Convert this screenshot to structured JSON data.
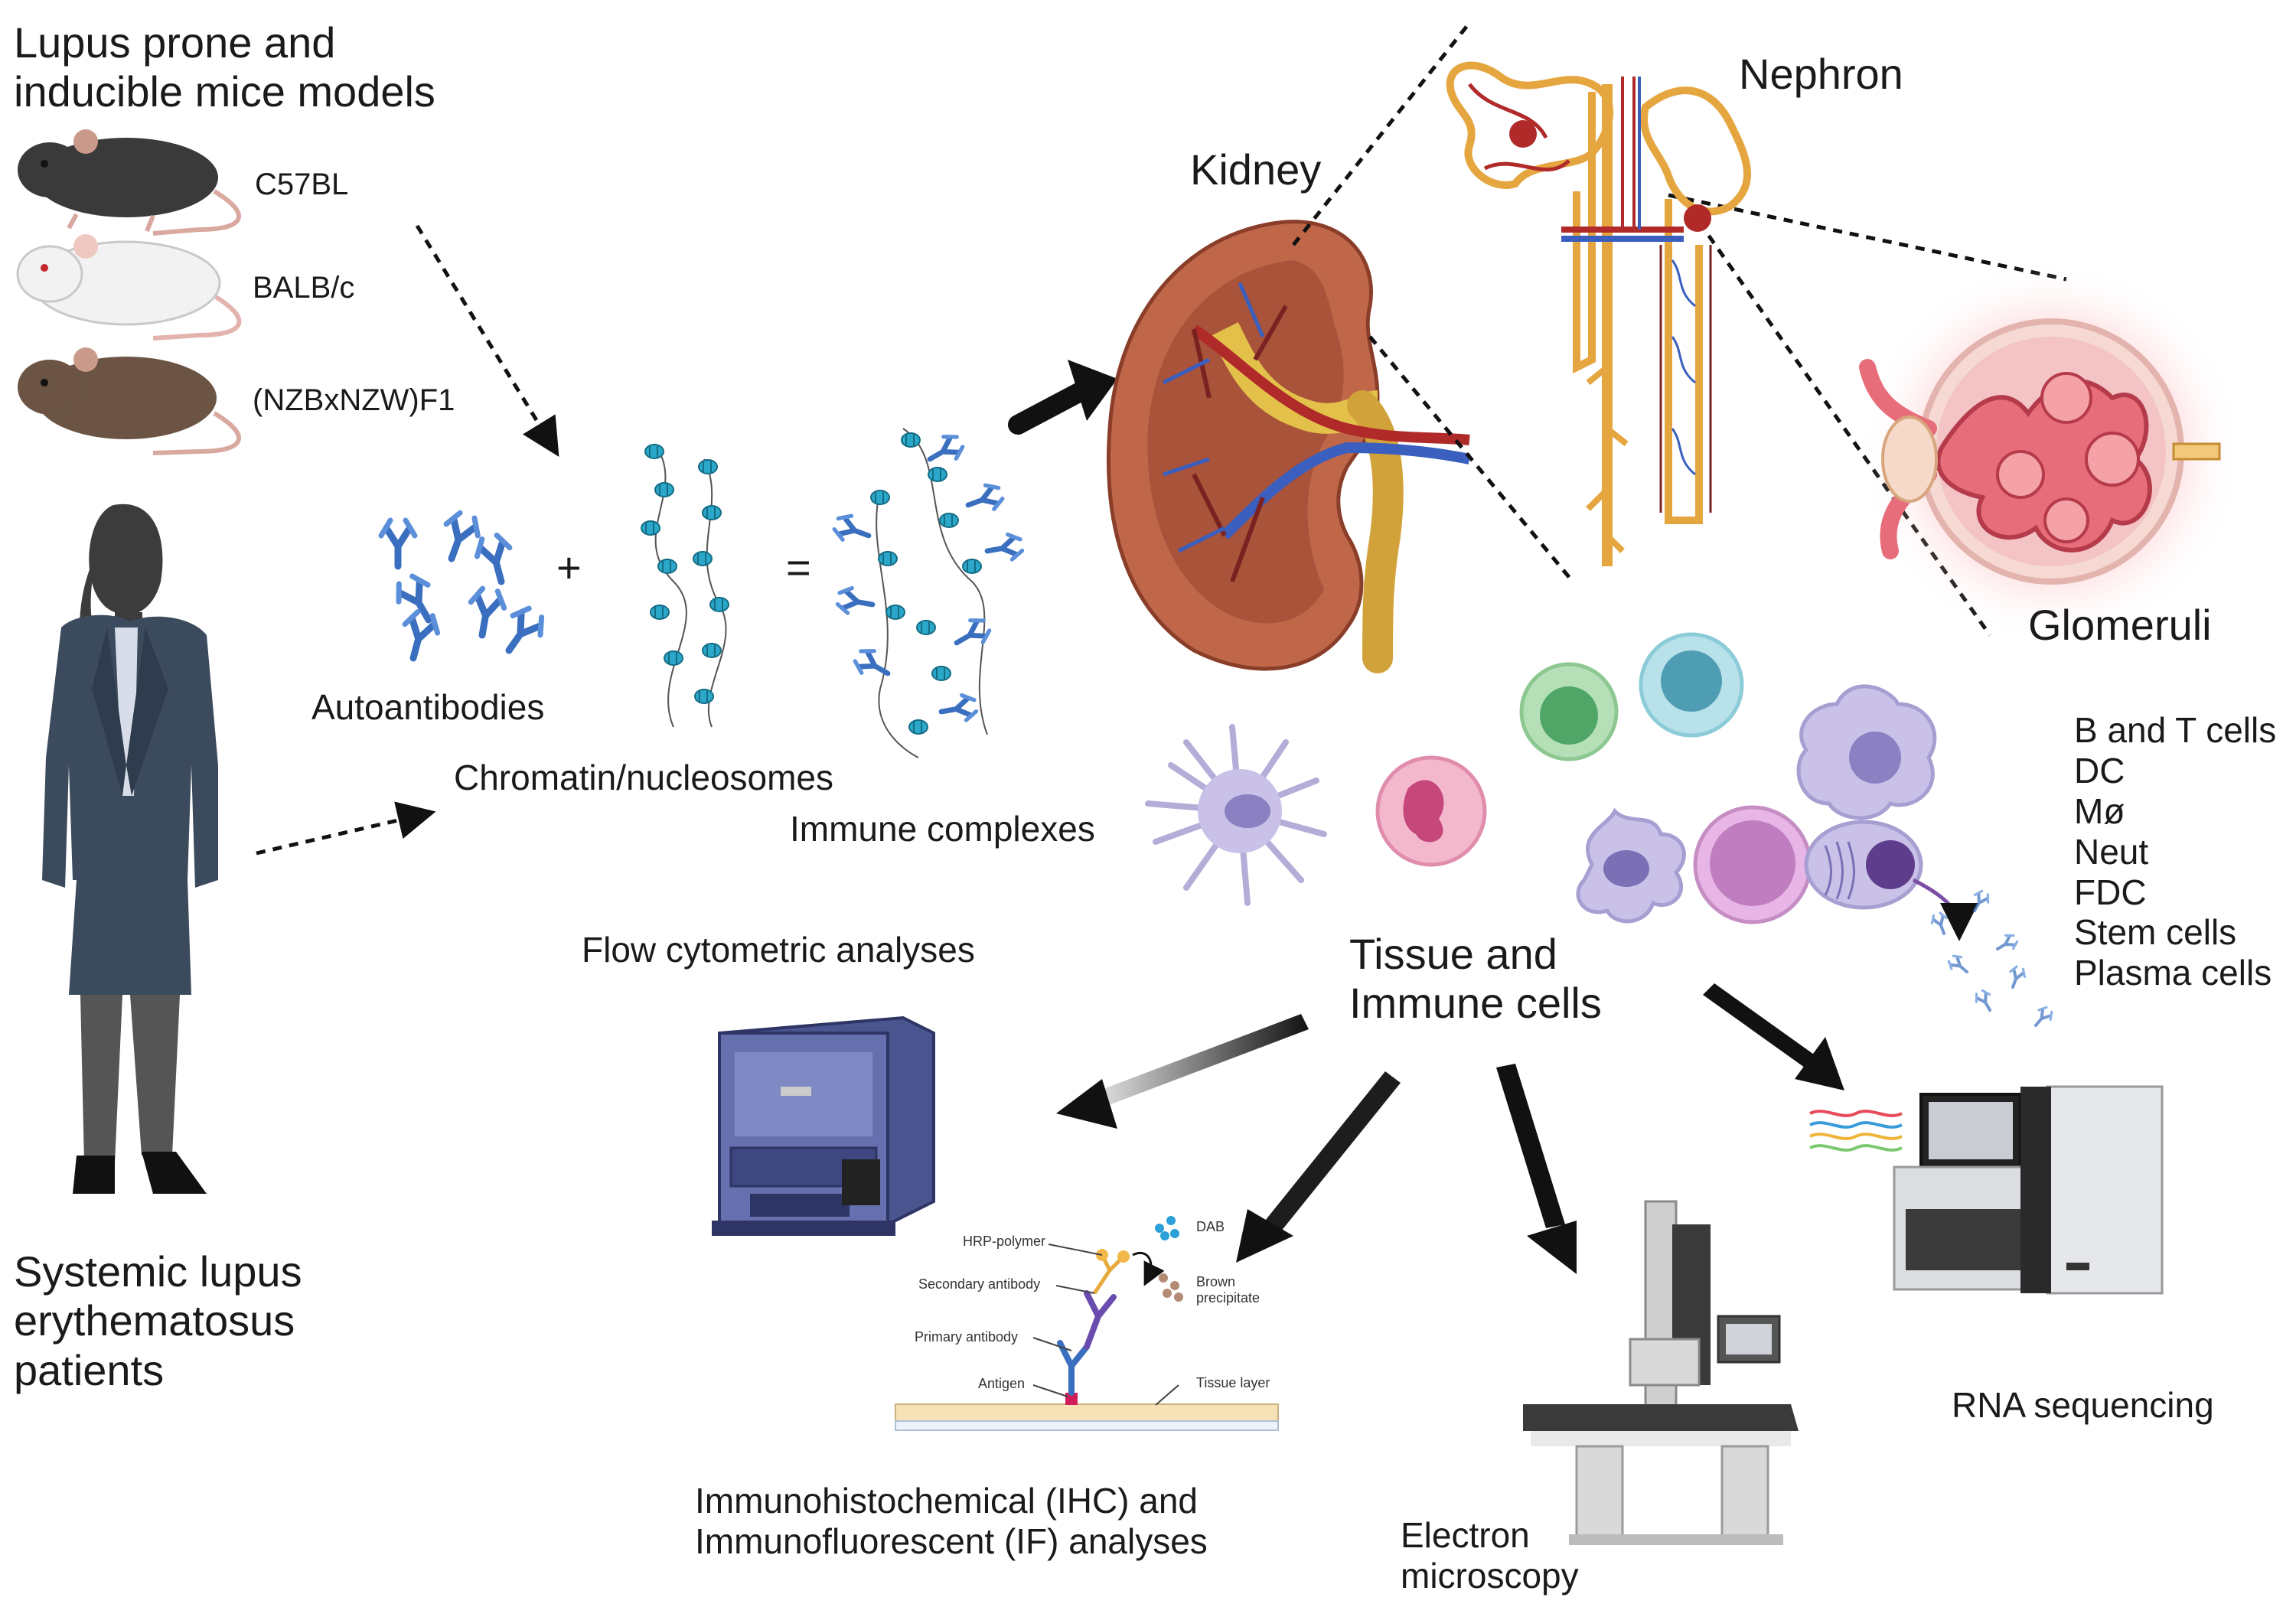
{
  "titles": {
    "mice_models": [
      "Lupus prone and",
      "inducible mice models"
    ],
    "sle_patients": [
      "Systemic lupus",
      "erythematosus",
      "patients"
    ],
    "kidney": "Kidney",
    "nephron": "Nephron",
    "glomeruli": "Glomeruli",
    "tissue_immune": [
      "Tissue and",
      "Immune cells"
    ]
  },
  "mice": [
    {
      "strain": "C57BL",
      "coat": "#3a3a3a"
    },
    {
      "strain": "BALB/c",
      "coat": "#f2f2f2"
    },
    {
      "strain": "(NZBxNZW)F1",
      "coat": "#6b5443"
    }
  ],
  "formation": {
    "autoantibodies": "Autoantibodies",
    "chromatin": "Chromatin/nucleosomes",
    "immune_complexes": "Immune complexes",
    "plus": "+",
    "equals": "="
  },
  "cell_types": [
    "B and T cells",
    "DC",
    "Mø",
    "Neut",
    "FDC",
    "Stem cells",
    "Plasma cells"
  ],
  "analyses": {
    "flow": "Flow cytometric analyses",
    "ihc_if": [
      "Immunohistochemical (IHC) and",
      "Immunofluorescent (IF) analyses"
    ],
    "em": [
      "Electron",
      "microscopy"
    ],
    "rna": "RNA sequencing"
  },
  "ihc_labels": {
    "hrp": "HRP-polymer",
    "secondary": "Secondary antibody",
    "primary": "Primary antibody",
    "antigen": "Antigen",
    "dab": "DAB",
    "brown": [
      "Brown",
      "precipitate"
    ],
    "tissue": "Tissue layer"
  },
  "colors": {
    "antibody": "#3a6fbf",
    "nucleosome": "#2aa7c9",
    "kidney_cortex": "#c0674a",
    "artery": "#b02a2a",
    "vein": "#3a5fbf",
    "nephron": "#e5a640",
    "suit": "#3b4a5c",
    "instrument": "#4a5590"
  }
}
